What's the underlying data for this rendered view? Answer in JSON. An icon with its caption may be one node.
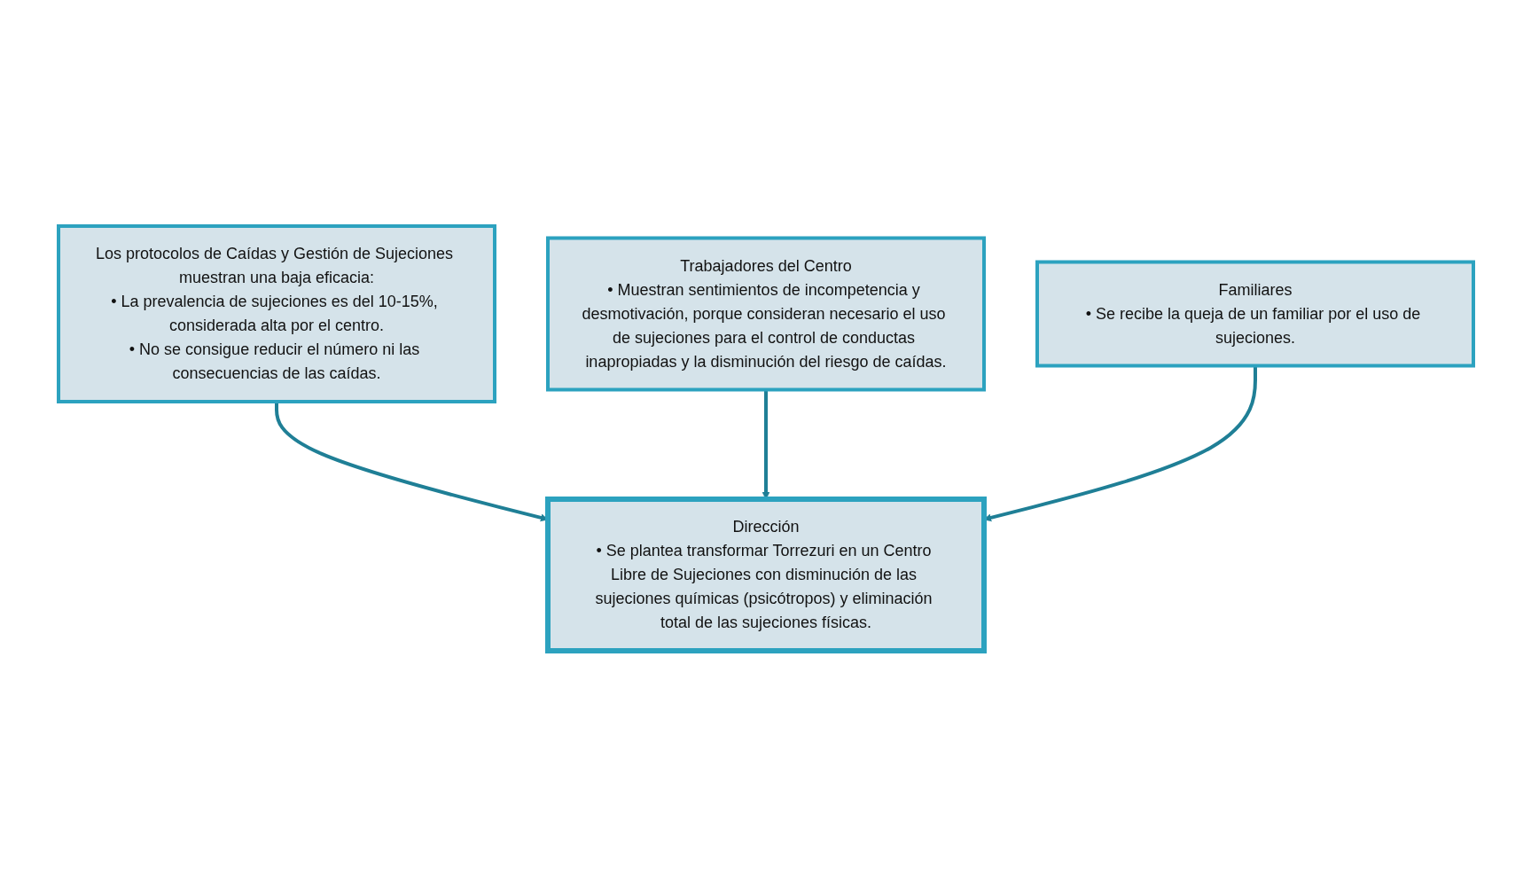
{
  "diagram": {
    "nodes": [
      {
        "text": [
          "Los protocolos de Caídas y Gestión de Sujeciones muestran una baja eficacia:",
          "• La prevalencia de sujeciones es del 10-15%, considerada alta por el centro.",
          "• No se consigue reducir el número ni las consecuencias de las caídas."
        ]
      },
      {
        "text": [
          "Trabajadores del Centro",
          "• Muestran sentimientos de incompetencia y desmotivación, porque consideran necesario el uso de sujeciones para el control de conductas inapropiadas y la disminución del riesgo de caídas."
        ]
      },
      {
        "text": [
          "Familiares",
          "• Se recibe la queja de un familiar por el uso de sujeciones."
        ]
      },
      {
        "text": [
          "Dirección",
          "• Se plantea transformar Torrezuri en un Centro Libre de Sujeciones con disminución de las sujeciones químicas (psicótropos) y eliminación total de las sujeciones físicas."
        ]
      }
    ],
    "edges": [
      {
        "from": 0,
        "to": 3,
        "arrow": "to"
      },
      {
        "from": 1,
        "to": 3,
        "arrow": "to"
      },
      {
        "from": 2,
        "to": 3,
        "arrow": "to"
      }
    ]
  }
}
